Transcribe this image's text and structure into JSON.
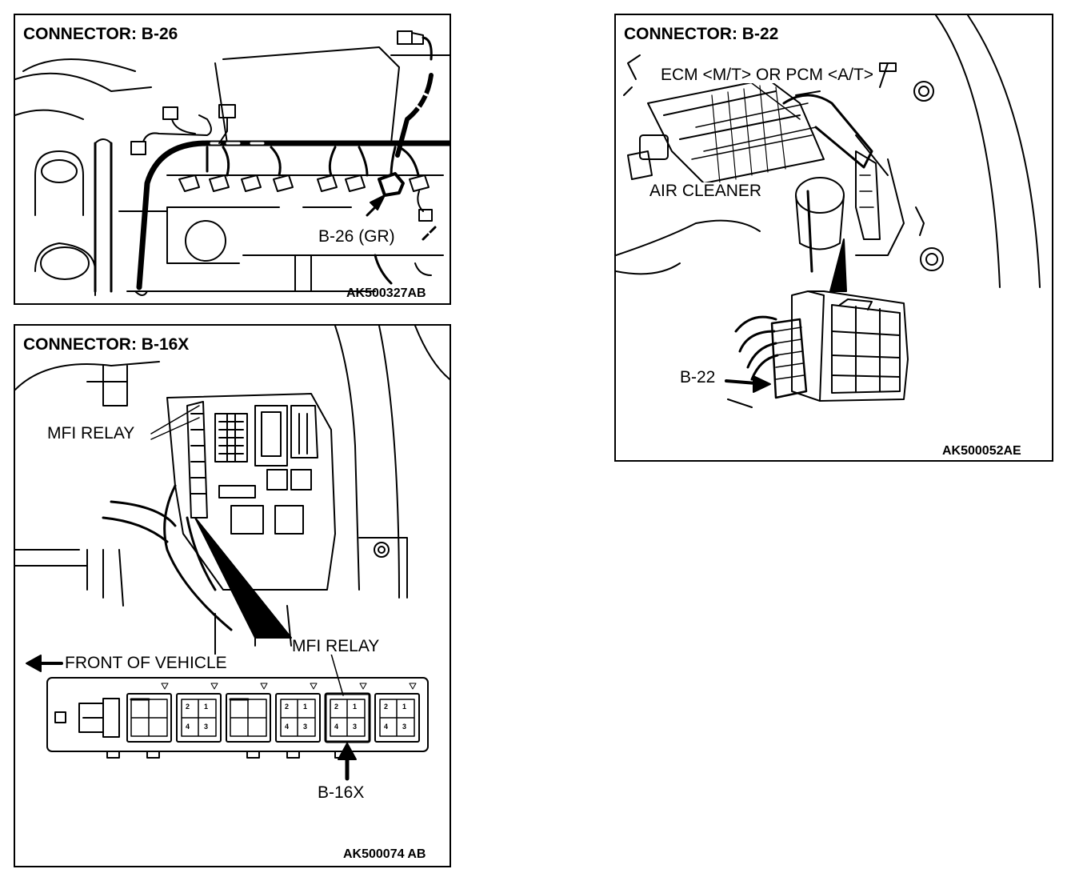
{
  "panels": {
    "b26": {
      "title": "CONNECTOR: B-26",
      "code": "AK500327AB",
      "callout": "B-26 (GR)"
    },
    "b16x": {
      "title": "CONNECTOR: B-16X",
      "code": "AK500074 AB",
      "callout_relay_top": "MFI RELAY",
      "callout_relay_bottom": "MFI RELAY",
      "front_label": "FRONT OF VEHICLE",
      "callout_connector": "B-16X",
      "pin_labels": [
        "2",
        "1",
        "4",
        "3"
      ]
    },
    "b22": {
      "title": "CONNECTOR: B-22",
      "code": "AK500052AE",
      "callout_ecm": "ECM <M/T> OR PCM <A/T>",
      "callout_air": "AIR CLEANER",
      "callout_connector": "B-22"
    }
  }
}
